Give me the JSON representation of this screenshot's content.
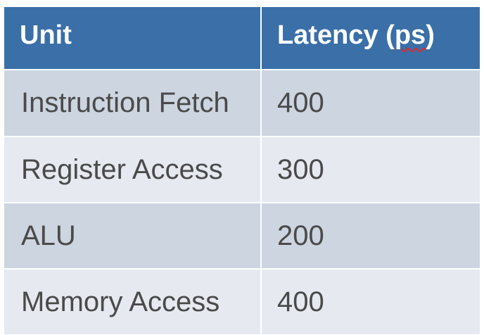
{
  "table": {
    "headers": {
      "unit": "Unit",
      "latency_prefix": "Latency (",
      "latency_unit": "ps",
      "latency_suffix": ")"
    },
    "rows": [
      {
        "unit": "Instruction Fetch",
        "latency": "400"
      },
      {
        "unit": "Register Access",
        "latency": "300"
      },
      {
        "unit": "ALU",
        "latency": "200"
      },
      {
        "unit": "Memory Access",
        "latency": "400"
      }
    ]
  },
  "colors": {
    "header_bg": "#3a6fa8",
    "row_dark": "#ccd5e0",
    "row_light": "#e6eaf0",
    "text": "#4a4a4a"
  }
}
